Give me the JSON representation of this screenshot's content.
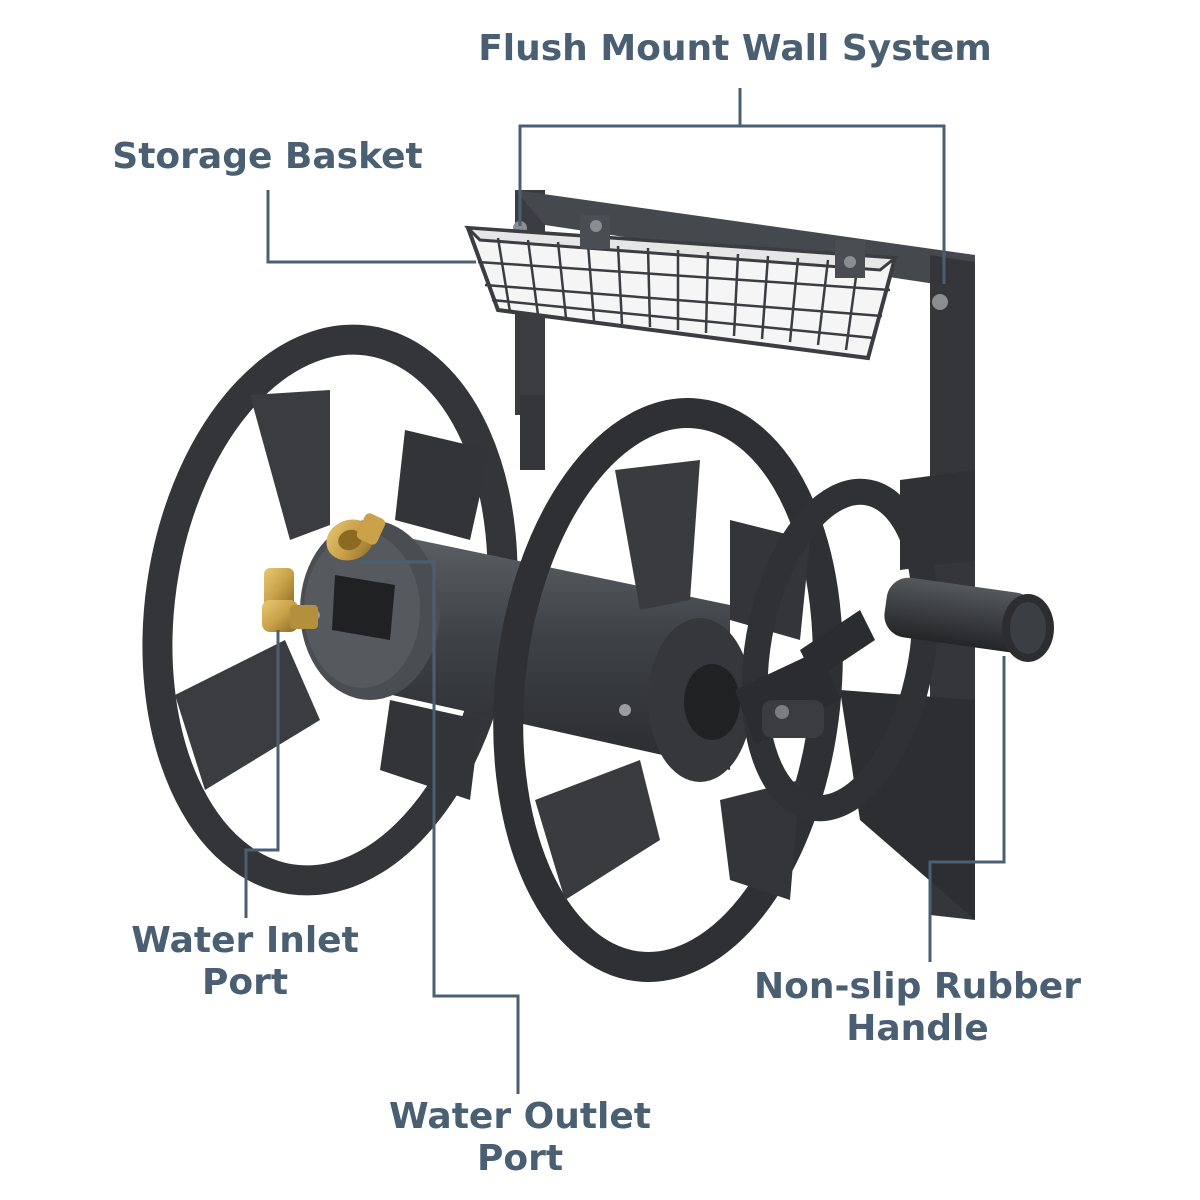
{
  "labels": {
    "flush_mount": "Flush Mount Wall System",
    "storage_basket": "Storage Basket",
    "water_inlet_line1": "Water Inlet",
    "water_inlet_line2": "Port",
    "water_outlet_line1": "Water Outlet",
    "water_outlet_line2": "Port",
    "handle_line1": "Non-slip Rubber",
    "handle_line2": "Handle"
  },
  "colors": {
    "label_text": "#4a5f72",
    "leader_line": "#4a5f72",
    "metal_dark": "#2f3134",
    "metal_mid": "#45484c",
    "metal_light": "#5d6166",
    "brass": "#c9a24a",
    "background": "#ffffff"
  },
  "icons": {
    "product": "hose-reel-illustration"
  }
}
